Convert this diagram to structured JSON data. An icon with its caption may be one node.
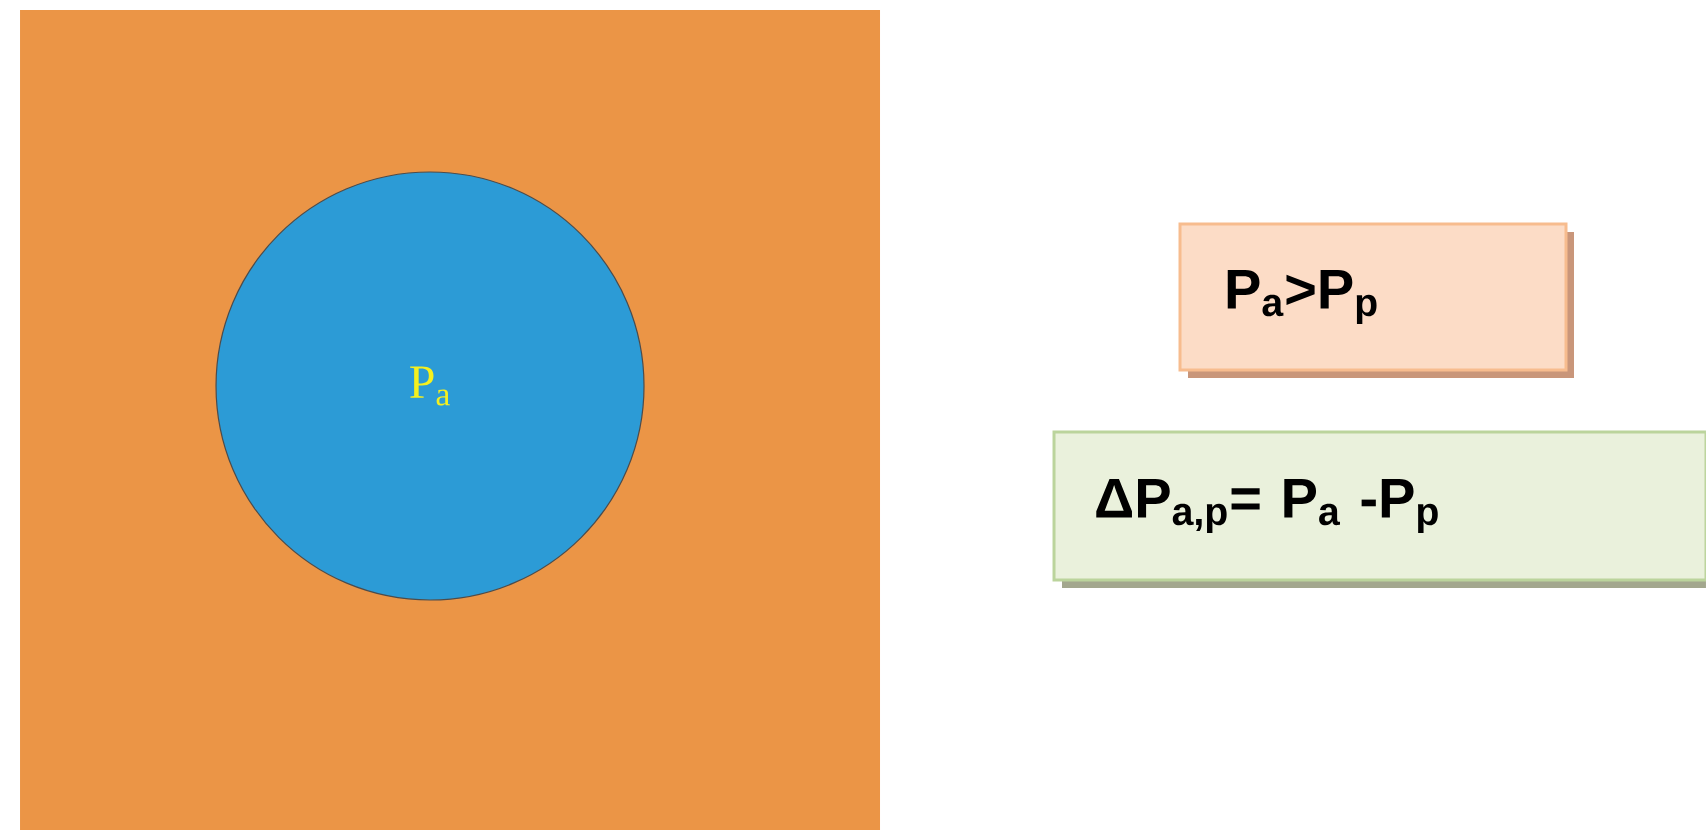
{
  "diagram": {
    "nodes": [
      {
        "text": [],
        "shape": "box"
      },
      {
        "text": [
          "P$_{a}$"
        ],
        "in": 0
      },
      {
        "text": [
          "P$_{a}$>P$_{p}$"
        ]
      },
      {
        "text": [
          "ΔP$_{a,p}$= P$_{a}$ -P$_{p}$"
        ]
      }
    ]
  }
}
